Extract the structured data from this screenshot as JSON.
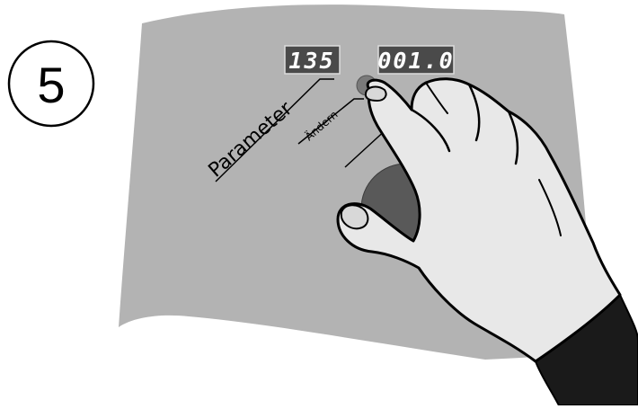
{
  "step": {
    "number": "5"
  },
  "panel": {
    "parameter_label": "Parameter",
    "change_label": "Ändern",
    "display_left": "135",
    "display_right": "001.0"
  },
  "colors": {
    "panel": "#b3b3b3",
    "display_bg": "#4a4a4a",
    "knob": "#595959",
    "button": "#7a7a7a",
    "hand": "#e8e8e8",
    "sleeve": "#1a1a1a"
  },
  "icons": {
    "hand": "pointing-hand-icon"
  }
}
